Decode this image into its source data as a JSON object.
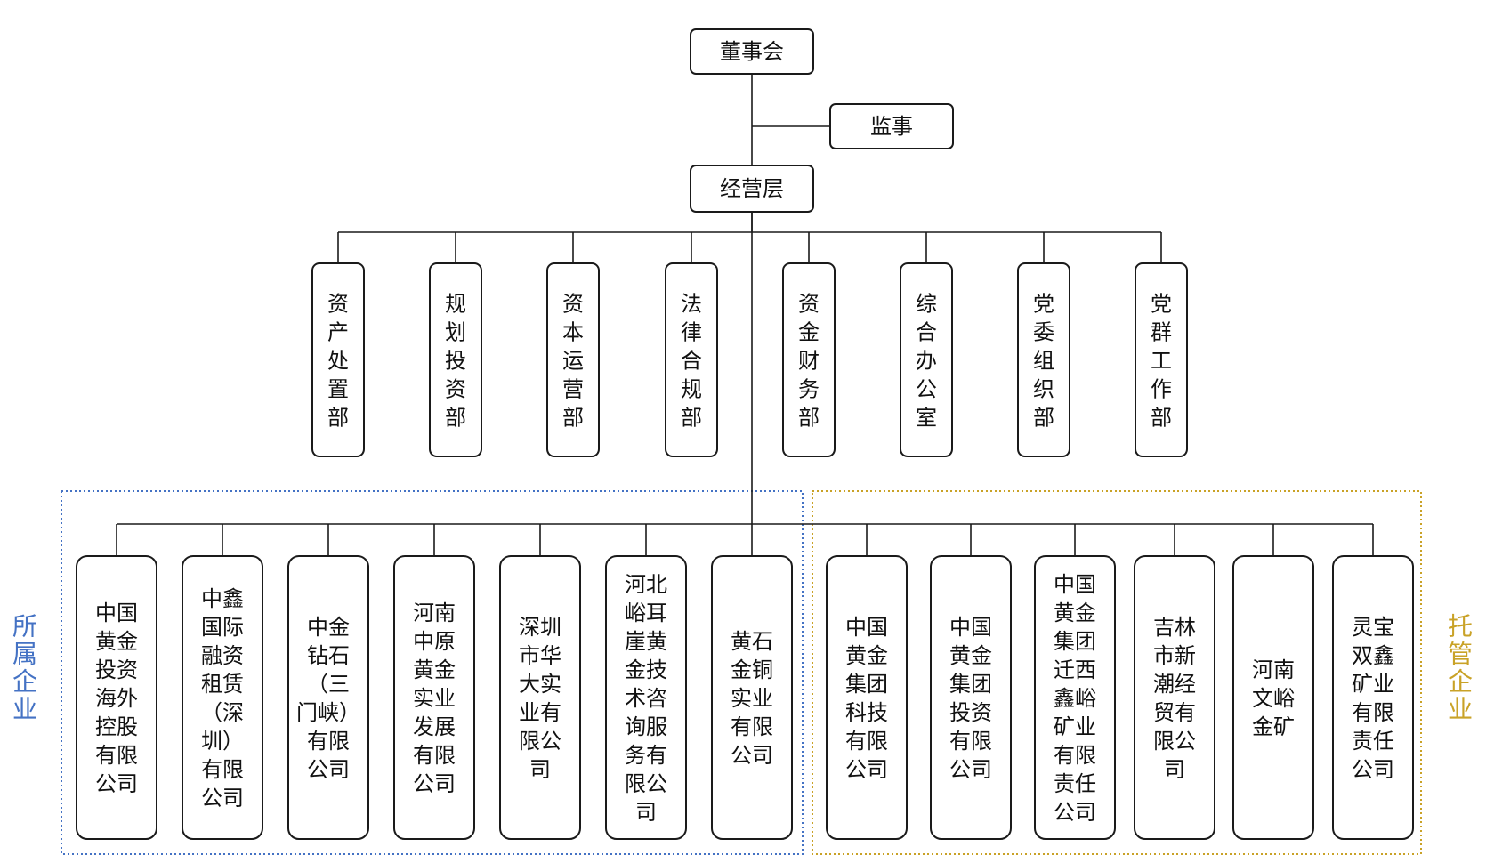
{
  "top_nodes": {
    "board": "董事会",
    "supervisor": "监事",
    "management": "经营层"
  },
  "departments": [
    "资产处置部",
    "规划投资部",
    "资本运营部",
    "法律合规部",
    "资金财务部",
    "综合办公室",
    "党委组织部",
    "党群工作部"
  ],
  "groups": {
    "affiliated": {
      "label": "所属企业",
      "color": "#4472c4",
      "companies": [
        [
          "中国",
          "黄金",
          "投资",
          "海外",
          "控股",
          "有限",
          "公司"
        ],
        [
          "中鑫",
          "国际",
          "融资",
          "租赁",
          "（深",
          "圳）",
          "有限",
          "公司"
        ],
        [
          "中金",
          "钻石",
          "（三",
          "门峡）",
          "有限",
          "公司"
        ],
        [
          "河南",
          "中原",
          "黄金",
          "实业",
          "发展",
          "有限",
          "公司"
        ],
        [
          "深圳",
          "市华",
          "大实",
          "业有",
          "限公",
          "司"
        ],
        [
          "河北",
          "峪耳",
          "崖黄",
          "金技",
          "术咨",
          "询服",
          "务有",
          "限公",
          "司"
        ],
        [
          "黄石",
          "金铜",
          "实业",
          "有限",
          "公司"
        ]
      ]
    },
    "managed": {
      "label": "托管企业",
      "color": "#c9a227",
      "companies": [
        [
          "中国",
          "黄金",
          "集团",
          "科技",
          "有限",
          "公司"
        ],
        [
          "中国",
          "黄金",
          "集团",
          "投资",
          "有限",
          "公司"
        ],
        [
          "中国",
          "黄金",
          "集团",
          "迁西",
          "鑫峪",
          "矿业",
          "有限",
          "责任",
          "公司"
        ],
        [
          "吉林",
          "市新",
          "潮经",
          "贸有",
          "限公",
          "司"
        ],
        [
          "河南",
          "文峪",
          "金矿"
        ],
        [
          "灵宝",
          "双鑫",
          "矿业",
          "有限",
          "责任",
          "公司"
        ]
      ]
    }
  }
}
